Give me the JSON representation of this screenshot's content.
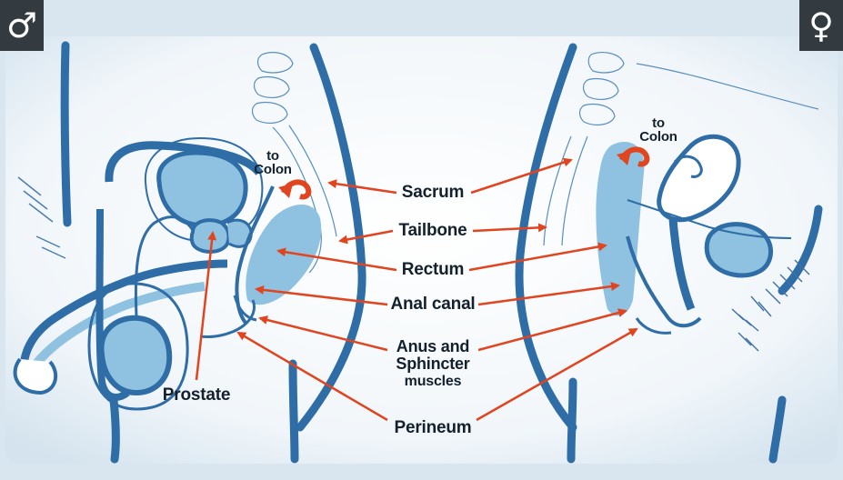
{
  "symbols": {
    "male": "♂",
    "female": "♀"
  },
  "labels": {
    "sacrum": "Sacrum",
    "tailbone": "Tailbone",
    "rectum": "Rectum",
    "anal_canal": "Anal canal",
    "anus_line1": "Anus and",
    "anus_line2": "Sphincter",
    "anus_line3": "muscles",
    "perineum": "Perineum",
    "prostate": "Prostate",
    "to_colon_male_1": "to",
    "to_colon_male_2": "Colon",
    "to_colon_female_1": "to",
    "to_colon_female_2": "Colon"
  },
  "colors": {
    "outline": "#2f6da6",
    "organ_fill": "#8fc1e0",
    "light_fill": "#c9e2f2",
    "arrow": "#e0451f",
    "background": "#d9e6f0",
    "label_box": "#333a40"
  }
}
